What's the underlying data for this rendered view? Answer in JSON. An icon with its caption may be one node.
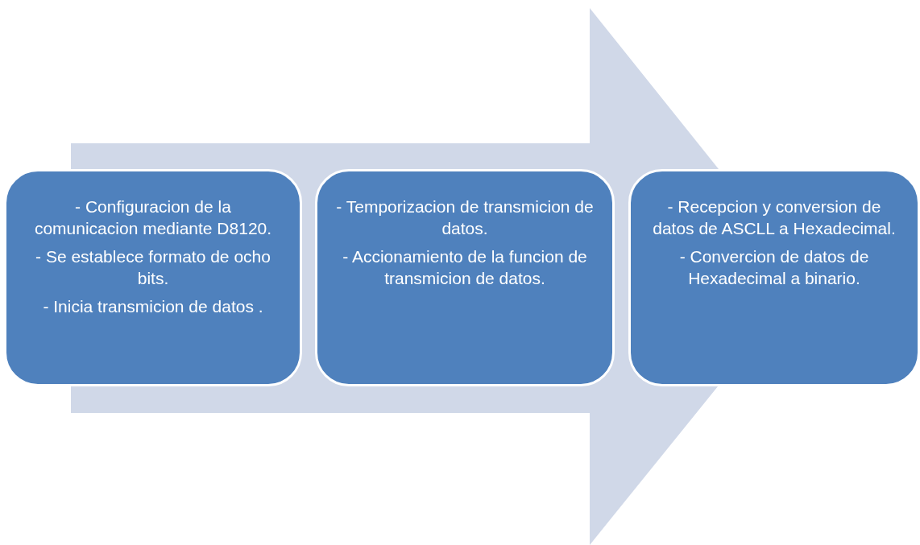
{
  "diagram": {
    "nodes": [
      {
        "text": [
          "- Configuracion de la comunicacion mediante D8120.",
          "- Se establece formato de ocho bits.",
          "- Inicia transmicion de datos ."
        ]
      },
      {
        "text": [
          "- Temporizacion de transmicion de datos.",
          "- Accionamiento de la funcion de transmicion de datos."
        ]
      },
      {
        "text": [
          "- Recepcion y conversion de datos de ASCLL a Hexadecimal.",
          "- Convercion de datos de Hexadecimal a binario."
        ]
      }
    ],
    "edges": [
      {
        "from": 0,
        "to": 2,
        "arrow": "to"
      }
    ]
  }
}
